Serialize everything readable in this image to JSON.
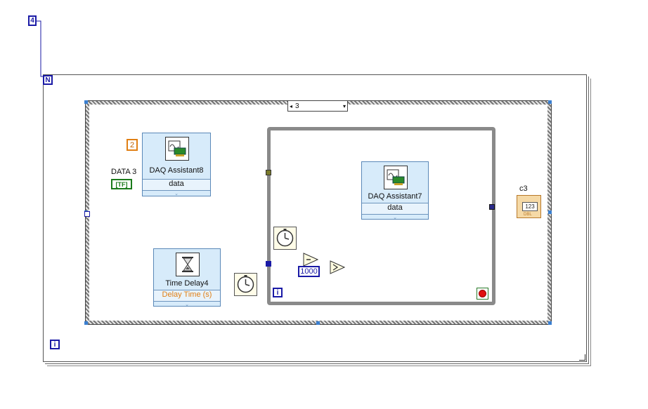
{
  "loop": {
    "count_terminal": "4",
    "count_label": "N",
    "iteration_label": "i"
  },
  "case_structure": {
    "selector_value": "3",
    "left_arrow": "◂",
    "right_arrow": "▾"
  },
  "inputs": {
    "const_value": "2",
    "boolean_label": "DATA 3",
    "boolean_text": "[TF]"
  },
  "daq8": {
    "title": "DAQ Assistant8",
    "output": "data"
  },
  "time_delay": {
    "title": "Time Delay4",
    "input": "Delay Time (s)"
  },
  "daq7": {
    "title": "DAQ Assistant7",
    "output": "data"
  },
  "while_loop": {
    "iteration_label": "i",
    "numeric_const": "1000"
  },
  "indicator": {
    "label": "c3",
    "display": "123",
    "type": "DBL"
  },
  "colors": {
    "boolean_wire": "#1b7a1b",
    "dynamic_wire": "#2b2b8a",
    "numeric_wire": "#1a1aa6",
    "orange": "#e07f14"
  }
}
